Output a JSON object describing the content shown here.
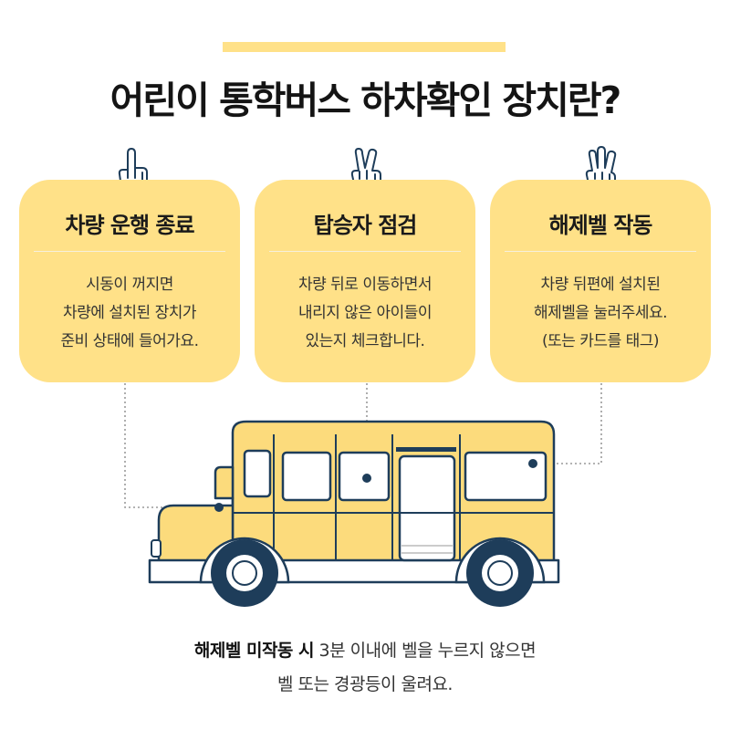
{
  "title": "어린이 통학버스 하차확인 장치란?",
  "cards": [
    {
      "title": "차량 운행 종료",
      "lines": [
        "시동이 꺼지면",
        "차량에 설치된 장치가",
        "준비 상태에 들어가요."
      ],
      "icon": "one-finger-hand-icon"
    },
    {
      "title": "탑승자 점검",
      "lines": [
        "차량 뒤로 이동하면서",
        "내리지 않은 아이들이",
        "있는지 체크합니다."
      ],
      "icon": "two-finger-hand-icon"
    },
    {
      "title": "해제벨 작동",
      "lines": [
        "차량 뒤편에 설치된",
        "해제벨을 눌러주세요.",
        "(또는 카드를 태그)"
      ],
      "icon": "three-finger-hand-icon"
    }
  ],
  "footer": {
    "line1_bold": "해제벨 미작동 시",
    "line1_rest": " 3분 이내에 벨을 누르지 않으면",
    "line2": "벨 또는 경광등이 울려요."
  },
  "colors": {
    "accent": "#ffe188",
    "bus_body": "#fcdb7c",
    "outline": "#1e3d5a",
    "text": "#1c1c1c"
  }
}
